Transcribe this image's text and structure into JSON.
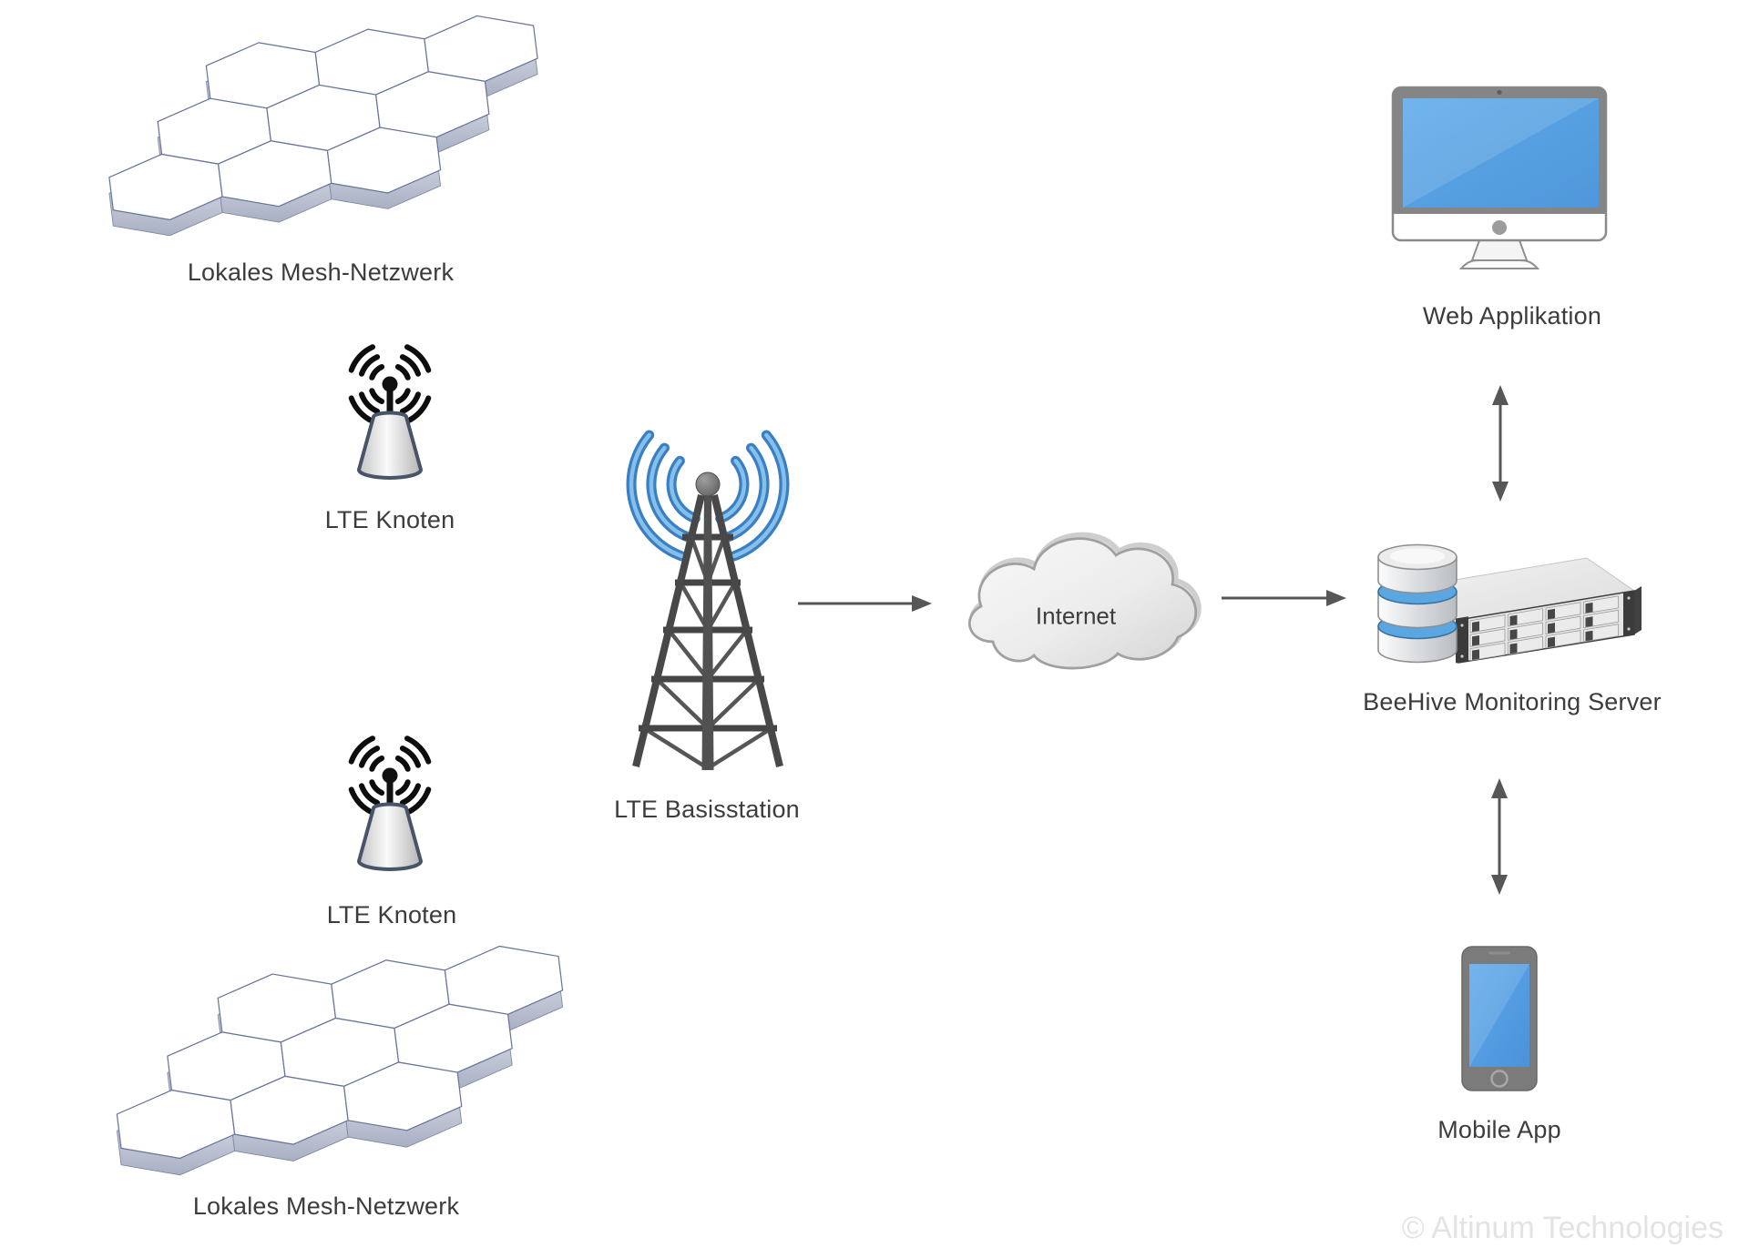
{
  "diagram": {
    "nodes": {
      "mesh_top": {
        "label": "Lokales Mesh-Netzwerk"
      },
      "lte_node_top": {
        "label": "LTE Knoten"
      },
      "base_station": {
        "label": "LTE Basisstation"
      },
      "lte_node_bottom": {
        "label": "LTE Knoten"
      },
      "mesh_bottom": {
        "label": "Lokales Mesh-Netzwerk"
      },
      "internet": {
        "label": "Internet"
      },
      "server": {
        "label": "BeeHive Monitoring Server"
      },
      "web_app": {
        "label": "Web Applikation"
      },
      "mobile_app": {
        "label": "Mobile App"
      }
    },
    "watermark": "© Altinum Technologies",
    "colors": {
      "screen_blue": "#55a3e8",
      "signal_blue": "#3a7fc1",
      "signal_blue_light": "#85c0ec",
      "db_band_blue": "#5aa6e0",
      "arrow_gray": "#575757",
      "label_gray": "#3c3c3c",
      "watermark_gray": "#e3e3e3",
      "mesh_side_gray": "#aab1c5",
      "mesh_edge": "#66739a"
    }
  }
}
